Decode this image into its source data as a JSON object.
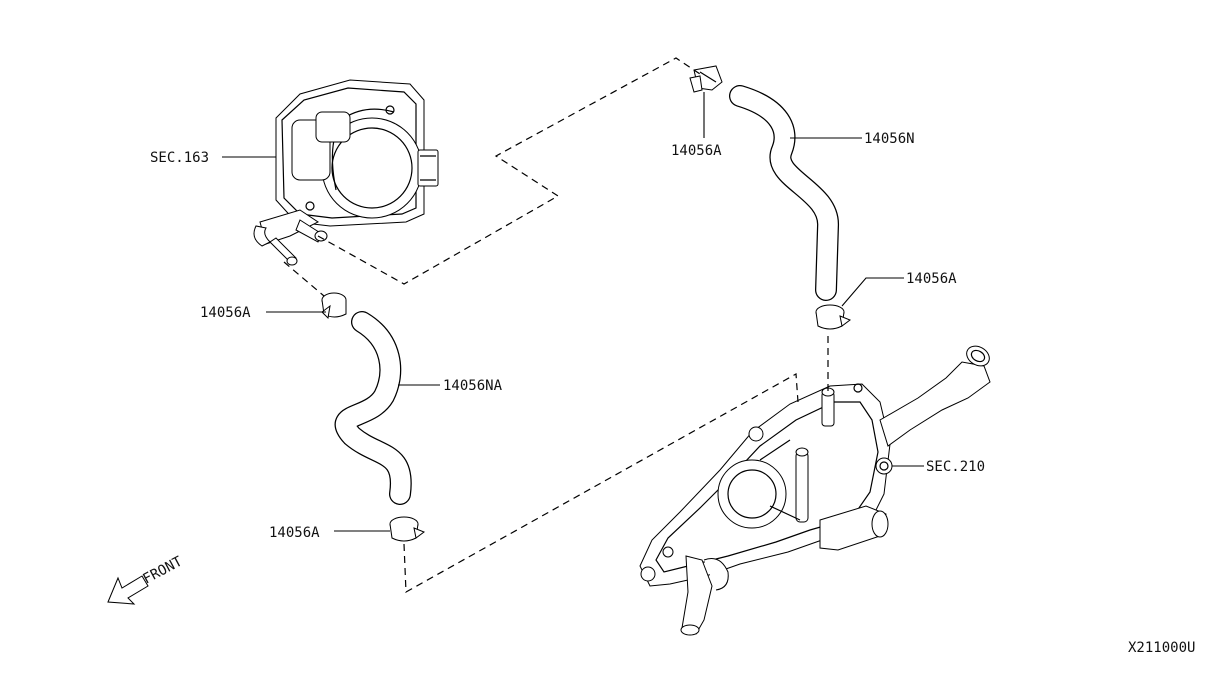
{
  "diagram": {
    "labels": {
      "sec163": "SEC.163",
      "clip_top": "14056A",
      "hose_n": "14056N",
      "clip_right": "14056A",
      "clip_left": "14056A",
      "hose_na": "14056NA",
      "clip_bottom": "14056A",
      "sec210": "SEC.210",
      "front": "FRONT",
      "drawing_code": "X211000U"
    }
  }
}
